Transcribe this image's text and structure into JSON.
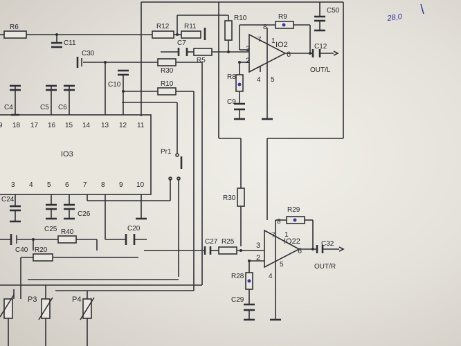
{
  "handwritten_note": "28,0",
  "components": {
    "resistors": [
      "R6",
      "R12",
      "R11",
      "R10",
      "R9",
      "R5",
      "R30",
      "R10",
      "R8",
      "R30",
      "R29",
      "R25",
      "R28",
      "R20",
      "R40"
    ],
    "capacitors": [
      "C11",
      "C30",
      "C7",
      "C50",
      "C12",
      "C10",
      "C4",
      "C5",
      "C6",
      "C9",
      "C24",
      "C25",
      "C26",
      "C20",
      "C40",
      "C27",
      "C32",
      "C29"
    ],
    "potentiometers": [
      "P3",
      "P4"
    ],
    "switch": "Pr1"
  },
  "ic_main": {
    "name": "IO3",
    "top_pins": [
      "9",
      "18",
      "17",
      "16",
      "15",
      "14",
      "13",
      "12",
      "11"
    ],
    "bottom_pins": [
      "3",
      "4",
      "5",
      "6",
      "7",
      "8",
      "9",
      "10"
    ]
  },
  "opamp_top": {
    "name": "IO2",
    "pins": [
      "7",
      "1",
      "8",
      "3",
      "2",
      "6",
      "4",
      "5"
    ],
    "output_label": "OUT/L"
  },
  "opamp_bottom": {
    "name": "IO22",
    "pins": [
      "7",
      "1",
      "8",
      "3",
      "2",
      "6",
      "4",
      "5"
    ],
    "output_label": "OUT/R"
  }
}
